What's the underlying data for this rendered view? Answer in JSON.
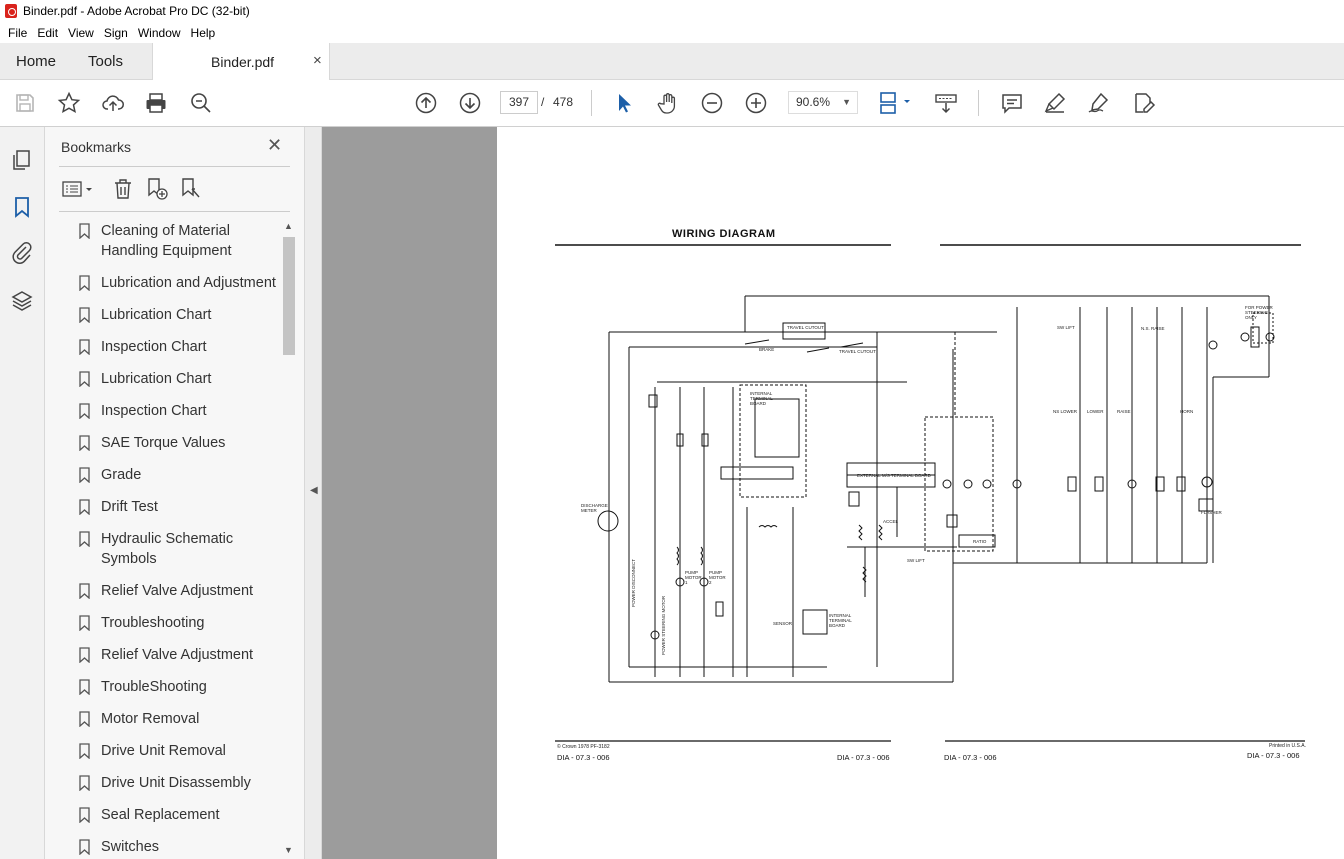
{
  "window": {
    "title": "Binder.pdf - Adobe Acrobat Pro DC (32-bit)"
  },
  "menu": [
    "File",
    "Edit",
    "View",
    "Sign",
    "Window",
    "Help"
  ],
  "tabs": {
    "home": "Home",
    "tools": "Tools",
    "document": "Binder.pdf",
    "close": "×"
  },
  "toolbar": {
    "current_page": "397",
    "page_separator": "/",
    "total_pages": "478",
    "zoom": "90.6%"
  },
  "bookmarks": {
    "title": "Bookmarks",
    "close": "✕",
    "items": [
      "Cleaning of Material Handling Equipment",
      "Lubrication and Adjustment",
      "Lubrication Chart",
      "Inspection Chart",
      "Lubrication Chart",
      "Inspection Chart",
      "SAE Torque Values",
      "Grade",
      "Drift Test",
      "Hydraulic Schematic Symbols",
      "Relief Valve Adjustment",
      "Troubleshooting",
      "Relief Valve Adjustment",
      "TroubleShooting",
      "Motor Removal",
      "Drive Unit Removal",
      "Drive Unit Disassembly",
      "Seal Replacement",
      "Switches"
    ]
  },
  "document": {
    "heading": "WIRING DIAGRAM",
    "copyright": "© Crown 1978 PF-3182",
    "footer_code_1": "DIA - 07.3 - 006",
    "footer_code_2": "DIA - 07.3 - 006",
    "footer_code_3": "DIA - 07.3 - 006",
    "footer_code_4": "DIA - 07.3 - 006",
    "printed": "Printed in U.S.A.",
    "labels": {
      "discharge_meter": "DISCHARGE METER",
      "flasher": "FLASHER",
      "sensor": "SENSOR",
      "internal_terminal_board": "INTERNAL TERMINAL BOARD",
      "external_terminal_board": "EXTERNAL M/S TERMINAL BOARD",
      "pump_motor_1": "PUMP MOTOR 1",
      "pump_motor_2": "PUMP MOTOR 2",
      "power_steering_motor": "POWER STEERING MOTOR",
      "power_disconnect": "POWER DISCONNECT",
      "travel_cutout": "TRAVEL CUTOUT",
      "for_power_steering_only": "FOR POWER STEERING ONLY",
      "ratio": "RATIO",
      "accel": "ACCEL",
      "ns_lower": "NS LOWER",
      "lower": "LOWER",
      "raise": "RAISE",
      "horn": "HORN",
      "ns_raise": "N.S. RAISE",
      "sw_lift": "SW LIFT",
      "sw_lift_2": "SW LIFT",
      "brake": "BRAKE"
    }
  }
}
